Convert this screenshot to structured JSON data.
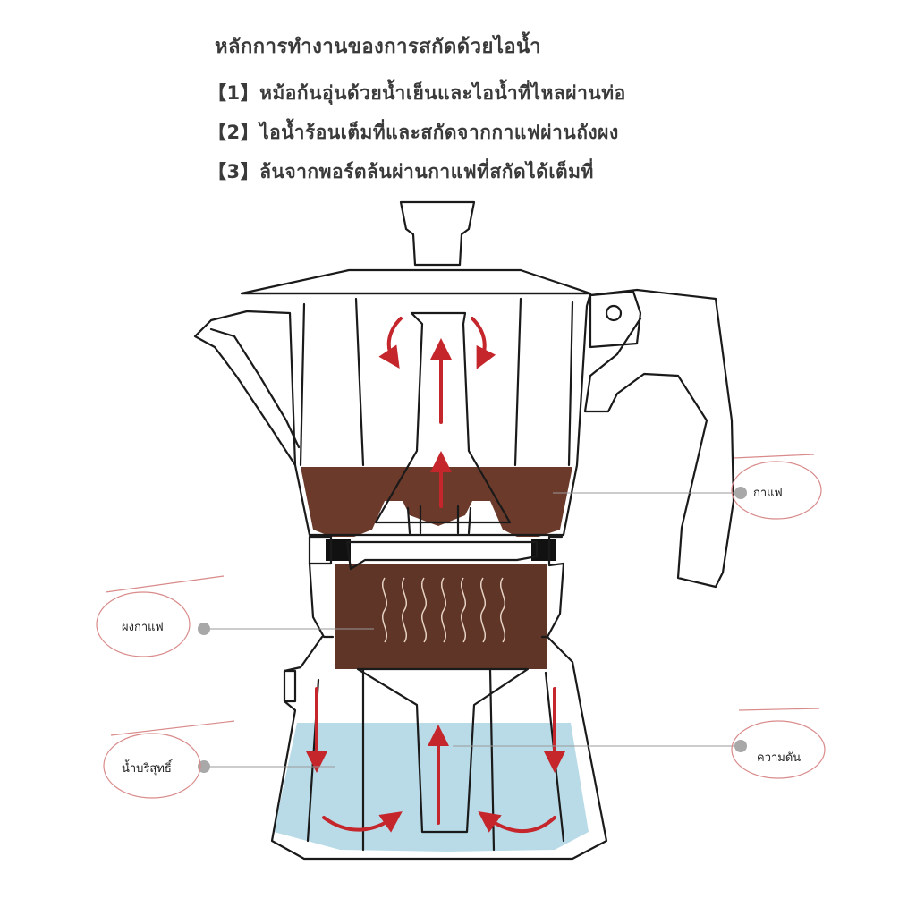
{
  "header": {
    "title": "หลักการทำงานของการสกัดด้วยไอน้ำ",
    "steps": [
      "【1】หม้อก้นอุ่นด้วยน้ำเย็นและไอน้ำที่ไหลผ่านท่อ",
      "【2】ไอน้ำร้อนเต็มที่และสกัดจากกาแฟผ่านถังผง",
      "【3】ล้นจากพอร์ตล้นผ่านกาแฟที่สกัดได้เต็มที่"
    ]
  },
  "labels": {
    "coffee": "กาแฟ",
    "grounds": "ผงกาแฟ",
    "water": "น้ำบริสุทธิ์",
    "pressure": "ความดัน"
  },
  "colors": {
    "outline": "#1a1a1a",
    "coffee": "#6b3a2a",
    "grounds": "#5e3526",
    "water": "#b9dbe8",
    "arrow": "#c4262b",
    "leader": "#999999",
    "scribble": "#d98a8a"
  }
}
